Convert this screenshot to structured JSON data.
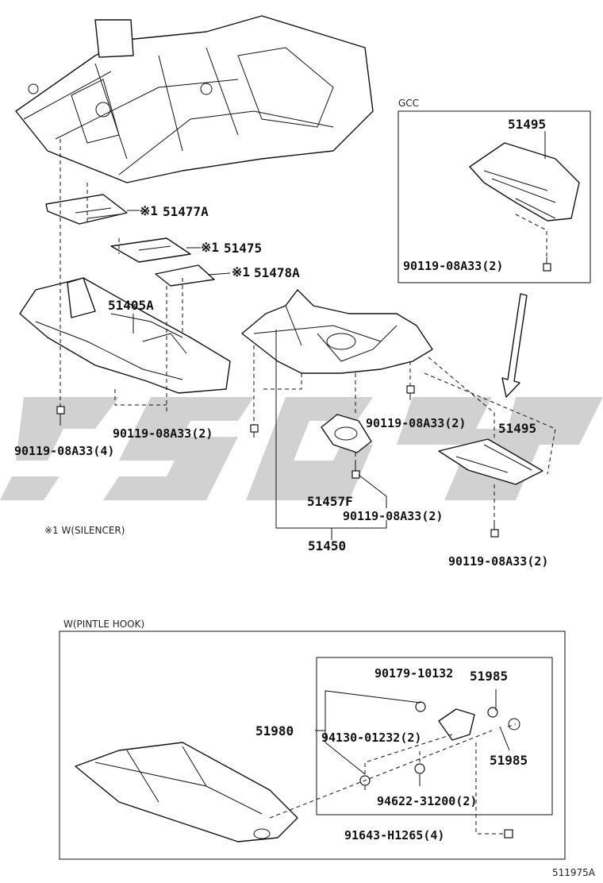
{
  "labels": {
    "p51477A": "51477A",
    "p51475": "51475",
    "p51478A": "51478A",
    "p51405A": "51405A",
    "p51495_gcc": "51495",
    "p51495_main": "51495",
    "p51457F": "51457F",
    "p51450": "51450",
    "p51980": "51980",
    "p51985_a": "51985",
    "p51985_b": "51985",
    "bolt_gcc": "90119-08A33(2)",
    "bolt_left4": "90119-08A33(4)",
    "bolt_left2": "90119-08A33(2)",
    "bolt_mid2": "90119-08A33(2)",
    "bolt_center2": "90119-08A33(2)",
    "bolt_right2": "90119-08A33(2)",
    "p90179": "90179-10132",
    "p94130": "94130-01232(2)",
    "p94622": "94622-31200(2)",
    "p91643": "91643-H1265(4)",
    "mark1": "※1",
    "mark2": "※1",
    "mark3": "※1",
    "gcc": "GCC",
    "note_silencer": "※1  W(SILENCER)",
    "pintle": "W(PINTLE HOOK)",
    "diagram_id": "511975A"
  }
}
